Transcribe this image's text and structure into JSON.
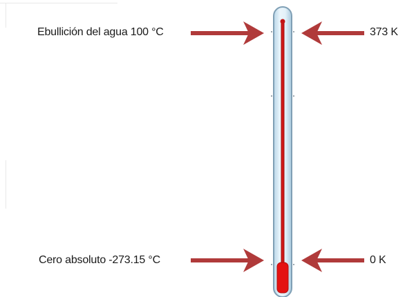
{
  "labels": {
    "boiling_celsius": "Ebullición del agua 100 °C",
    "boiling_kelvin": "373 K",
    "absolute_zero_celsius": "Cero absoluto -273.15 °C",
    "absolute_zero_kelvin": "0 K"
  },
  "colors": {
    "arrow": "#b03a3a",
    "liquid": "#d81e1e",
    "liquid_bulb": "#e01010",
    "tube_fill": "#d8ebf5",
    "tube_border": "#7f9fb5"
  }
}
